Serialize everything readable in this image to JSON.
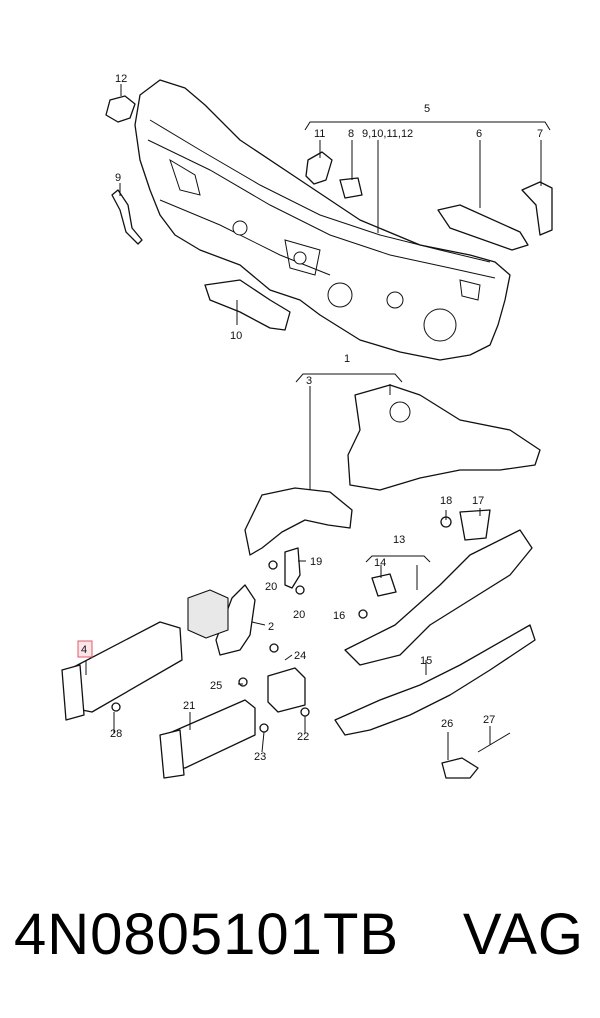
{
  "diagram": {
    "labels": {
      "l1": "1",
      "l2": "2",
      "l3": "3",
      "l4": "4",
      "l5": "5",
      "l6": "6",
      "l7": "7",
      "l8": "8",
      "l9": "9",
      "l9b": "9,10,11,12",
      "l10": "10",
      "l11": "11",
      "l12": "12",
      "l13": "13",
      "l14": "14",
      "l15": "15",
      "l16": "16",
      "l17": "17",
      "l18": "18",
      "l19": "19",
      "l20a": "20",
      "l20b": "20",
      "l21": "21",
      "l22": "22",
      "l23": "23",
      "l24": "24",
      "l25": "25",
      "l26": "26",
      "l27": "27",
      "l28": "28"
    },
    "highlight_color": "#e05a6a"
  },
  "footer": {
    "part_number": "4N0805101TB",
    "brand": "VAG"
  }
}
